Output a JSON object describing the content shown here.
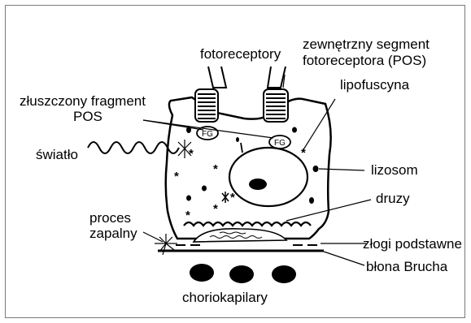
{
  "labels": {
    "photoreceptors": "fotoreceptory",
    "pos_line1": "zewnętrzny segment",
    "pos_line2": "fotoreceptora (POS)",
    "lipofuscin": "lipofuscyna",
    "shed_fragment_line1": "złuszczony fragment",
    "shed_fragment_line2": "POS",
    "light": "światło",
    "lysosome": "lizosom",
    "drusen": "druzy",
    "inflammation_line1": "proces",
    "inflammation_line2": "zapalny",
    "basal_deposits": "złogi podstawne",
    "bruch_membrane": "błona Brucha",
    "choriocapillaris": "choriokapilary",
    "fg_left": "FG",
    "fg_right": "FG"
  }
}
